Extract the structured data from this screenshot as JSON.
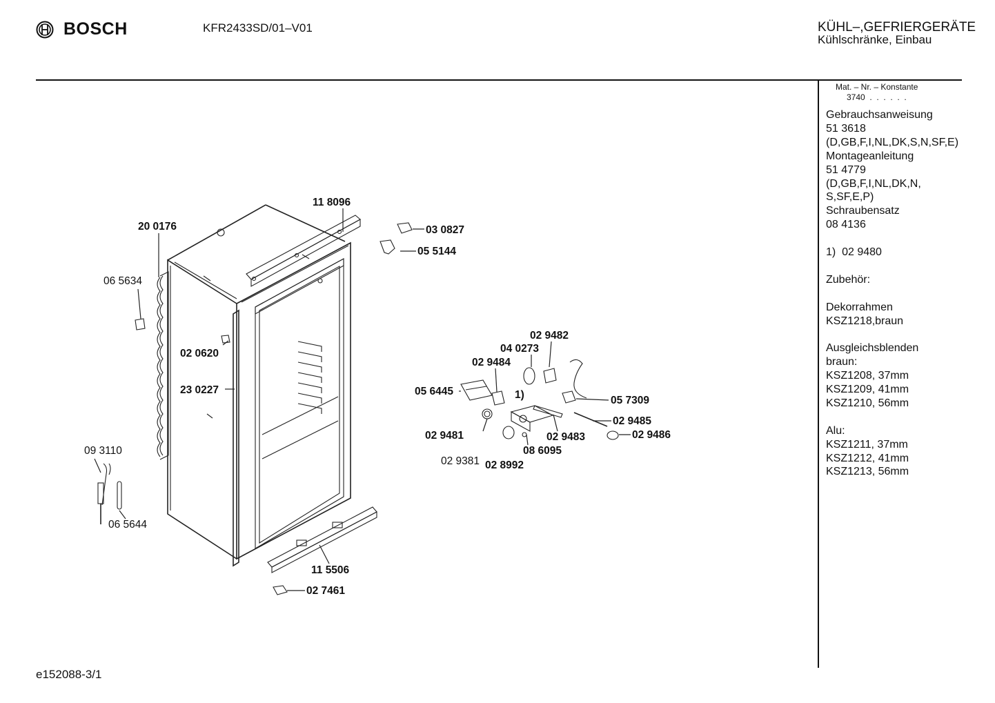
{
  "header": {
    "brand": "BOSCH",
    "model": "KFR2433SD/01–V01",
    "category_line1": "KÜHL–,GEFRIERGERÄTE",
    "category_line2": "Kühlschränke, Einbau"
  },
  "sidebar": {
    "mat_nr_label": "Mat. – Nr. – Konstante",
    "mat_nr_value": "3740  .  .  .  .  .  .",
    "lines": [
      "Gebrauchsanweisung",
      "51 3618",
      "(D,GB,F,I,NL,DK,S,N,SF,E)",
      "Montageanleitung",
      "51 4779",
      "(D,GB,F,I,NL,DK,N,",
      "S,SF,E,P)",
      "Schraubensatz",
      "08 4136",
      "",
      "1)  02 9480",
      "",
      "Zubehör:",
      "",
      "Dekorrahmen",
      "KSZ1218,braun",
      "",
      "Ausgleichsblenden",
      "braun:",
      "KSZ1208, 37mm",
      "KSZ1209, 41mm",
      "KSZ1210, 56mm",
      "",
      "Alu:",
      "KSZ1211, 37mm",
      "KSZ1212, 41mm",
      "KSZ1213, 56mm"
    ]
  },
  "parts": {
    "p118096": "11 8096",
    "p200176": "20 0176",
    "p030827": "03 0827",
    "p055144": "05 5144",
    "p065634": "06 5634",
    "p020620": "02 0620",
    "p230227": "23 0227",
    "p093110": "09 3110",
    "p065644": "06 5644",
    "p115506": "11 5506",
    "p027461": "02 7461",
    "p029482": "02 9482",
    "p040273": "04 0273",
    "p029484": "02 9484",
    "p056445": "05 6445",
    "note1": "1)",
    "p057309": "05 7309",
    "p029485": "02 9485",
    "p029481": "02 9481",
    "p029483": "02 9483",
    "p029486": "02 9486",
    "p086095": "08 6095",
    "p029381": "02 9381",
    "p028992": "02 8992"
  },
  "footer": {
    "code": "e152088-3/1"
  }
}
